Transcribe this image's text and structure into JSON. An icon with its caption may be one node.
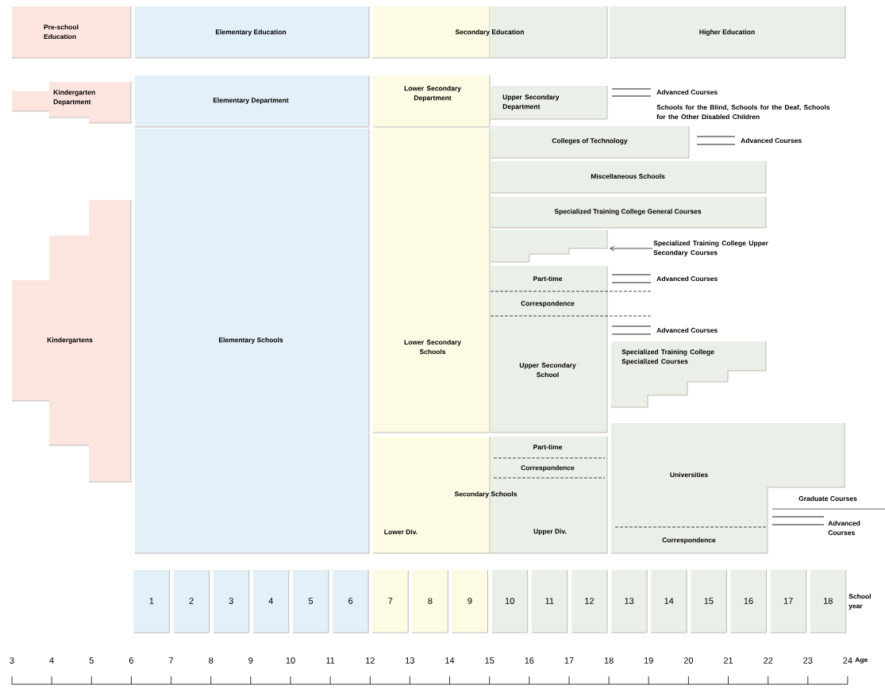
{
  "diagram": {
    "nodes": [
      {
        "text": [
          "Pre-school Education"
        ]
      },
      {
        "text": [
          "Elementary Education"
        ]
      },
      {
        "text": [
          "Secondary Education"
        ]
      },
      {
        "text": [
          "Higher Education"
        ]
      },
      {
        "text": [
          "Kindergarten Department"
        ]
      },
      {
        "text": [
          "Elementary Department"
        ]
      },
      {
        "text": [
          "Lower Secondary Department"
        ]
      },
      {
        "text": [
          "Upper Secondary Department"
        ]
      },
      {
        "text": [
          "Elementary Schools"
        ]
      },
      {
        "text": [
          "Lower Secondary Schools"
        ]
      },
      {
        "text": [
          "Colleges of Technology"
        ]
      },
      {
        "text": [
          "Miscellaneous Schools"
        ]
      },
      {
        "text": [
          "Specialized Training College General Courses"
        ]
      },
      {
        "text": [],
        "shape": "box"
      },
      {
        "text": [
          "Specialized Training College Upper Secondary Courses"
        ]
      },
      {
        "text": [
          "Kindergartens"
        ]
      },
      {
        "text": [
          "Part-time",
          "Correspondence",
          "Upper Secondary School"
        ],
        "beside": [
          "Advanced Courses",
          "Advanced Courses"
        ]
      },
      {
        "text": [
          "Specialized Training College Specialized Courses"
        ]
      },
      {
        "text": [
          "Universities",
          "Correspondence"
        ],
        "beside": [
          "Advanced Courses"
        ]
      },
      {
        "text": [
          "Part-time",
          "Correspondence",
          "Secondary Schools",
          "Lower Div.",
          "Upper Div."
        ]
      },
      {
        "text": [
          "1"
        ]
      },
      {
        "text": [
          "2"
        ]
      },
      {
        "text": [
          "3"
        ]
      },
      {
        "text": [
          "4"
        ]
      },
      {
        "text": [
          "5"
        ]
      },
      {
        "text": [
          "6"
        ]
      },
      {
        "text": [
          "7"
        ]
      },
      {
        "text": [
          "8"
        ]
      },
      {
        "text": [
          "9"
        ]
      },
      {
        "text": [
          "10"
        ]
      },
      {
        "text": [
          "11"
        ]
      },
      {
        "text": [
          "12"
        ]
      },
      {
        "text": [
          "13"
        ]
      },
      {
        "text": [
          "14"
        ]
      },
      {
        "text": [
          "15"
        ]
      },
      {
        "text": [
          "16"
        ]
      },
      {
        "text": [
          "17"
        ]
      },
      {
        "text": [
          "18"
        ]
      }
    ],
    "edges": [
      {
        "from": 14,
        "to": 13,
        "arrow": "to"
      }
    ],
    "labels": [
      "Advanced Courses",
      "Schools for the Blind, Schools for the Deaf, Schools for the Other Disabled Children",
      "Advanced Courses",
      "Graduate Courses",
      "School year",
      "3",
      "4",
      "5",
      "6",
      "7",
      "8",
      "9",
      "10",
      "11",
      "12",
      "13",
      "14",
      "15",
      "16",
      "17",
      "18",
      "19",
      "20",
      "21",
      "22",
      "23",
      "24",
      "Age"
    ]
  }
}
